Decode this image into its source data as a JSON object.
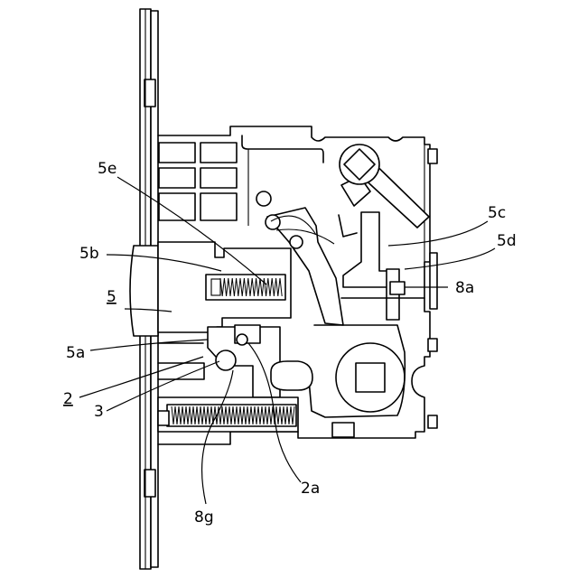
{
  "labels": {
    "5e": "5e",
    "5b": "5b",
    "5": "5",
    "5a": "5a",
    "2": "2",
    "3": "3",
    "8g": "8g",
    "2a": "2a",
    "5c": "5c",
    "5d": "5d",
    "8a": "8a"
  }
}
